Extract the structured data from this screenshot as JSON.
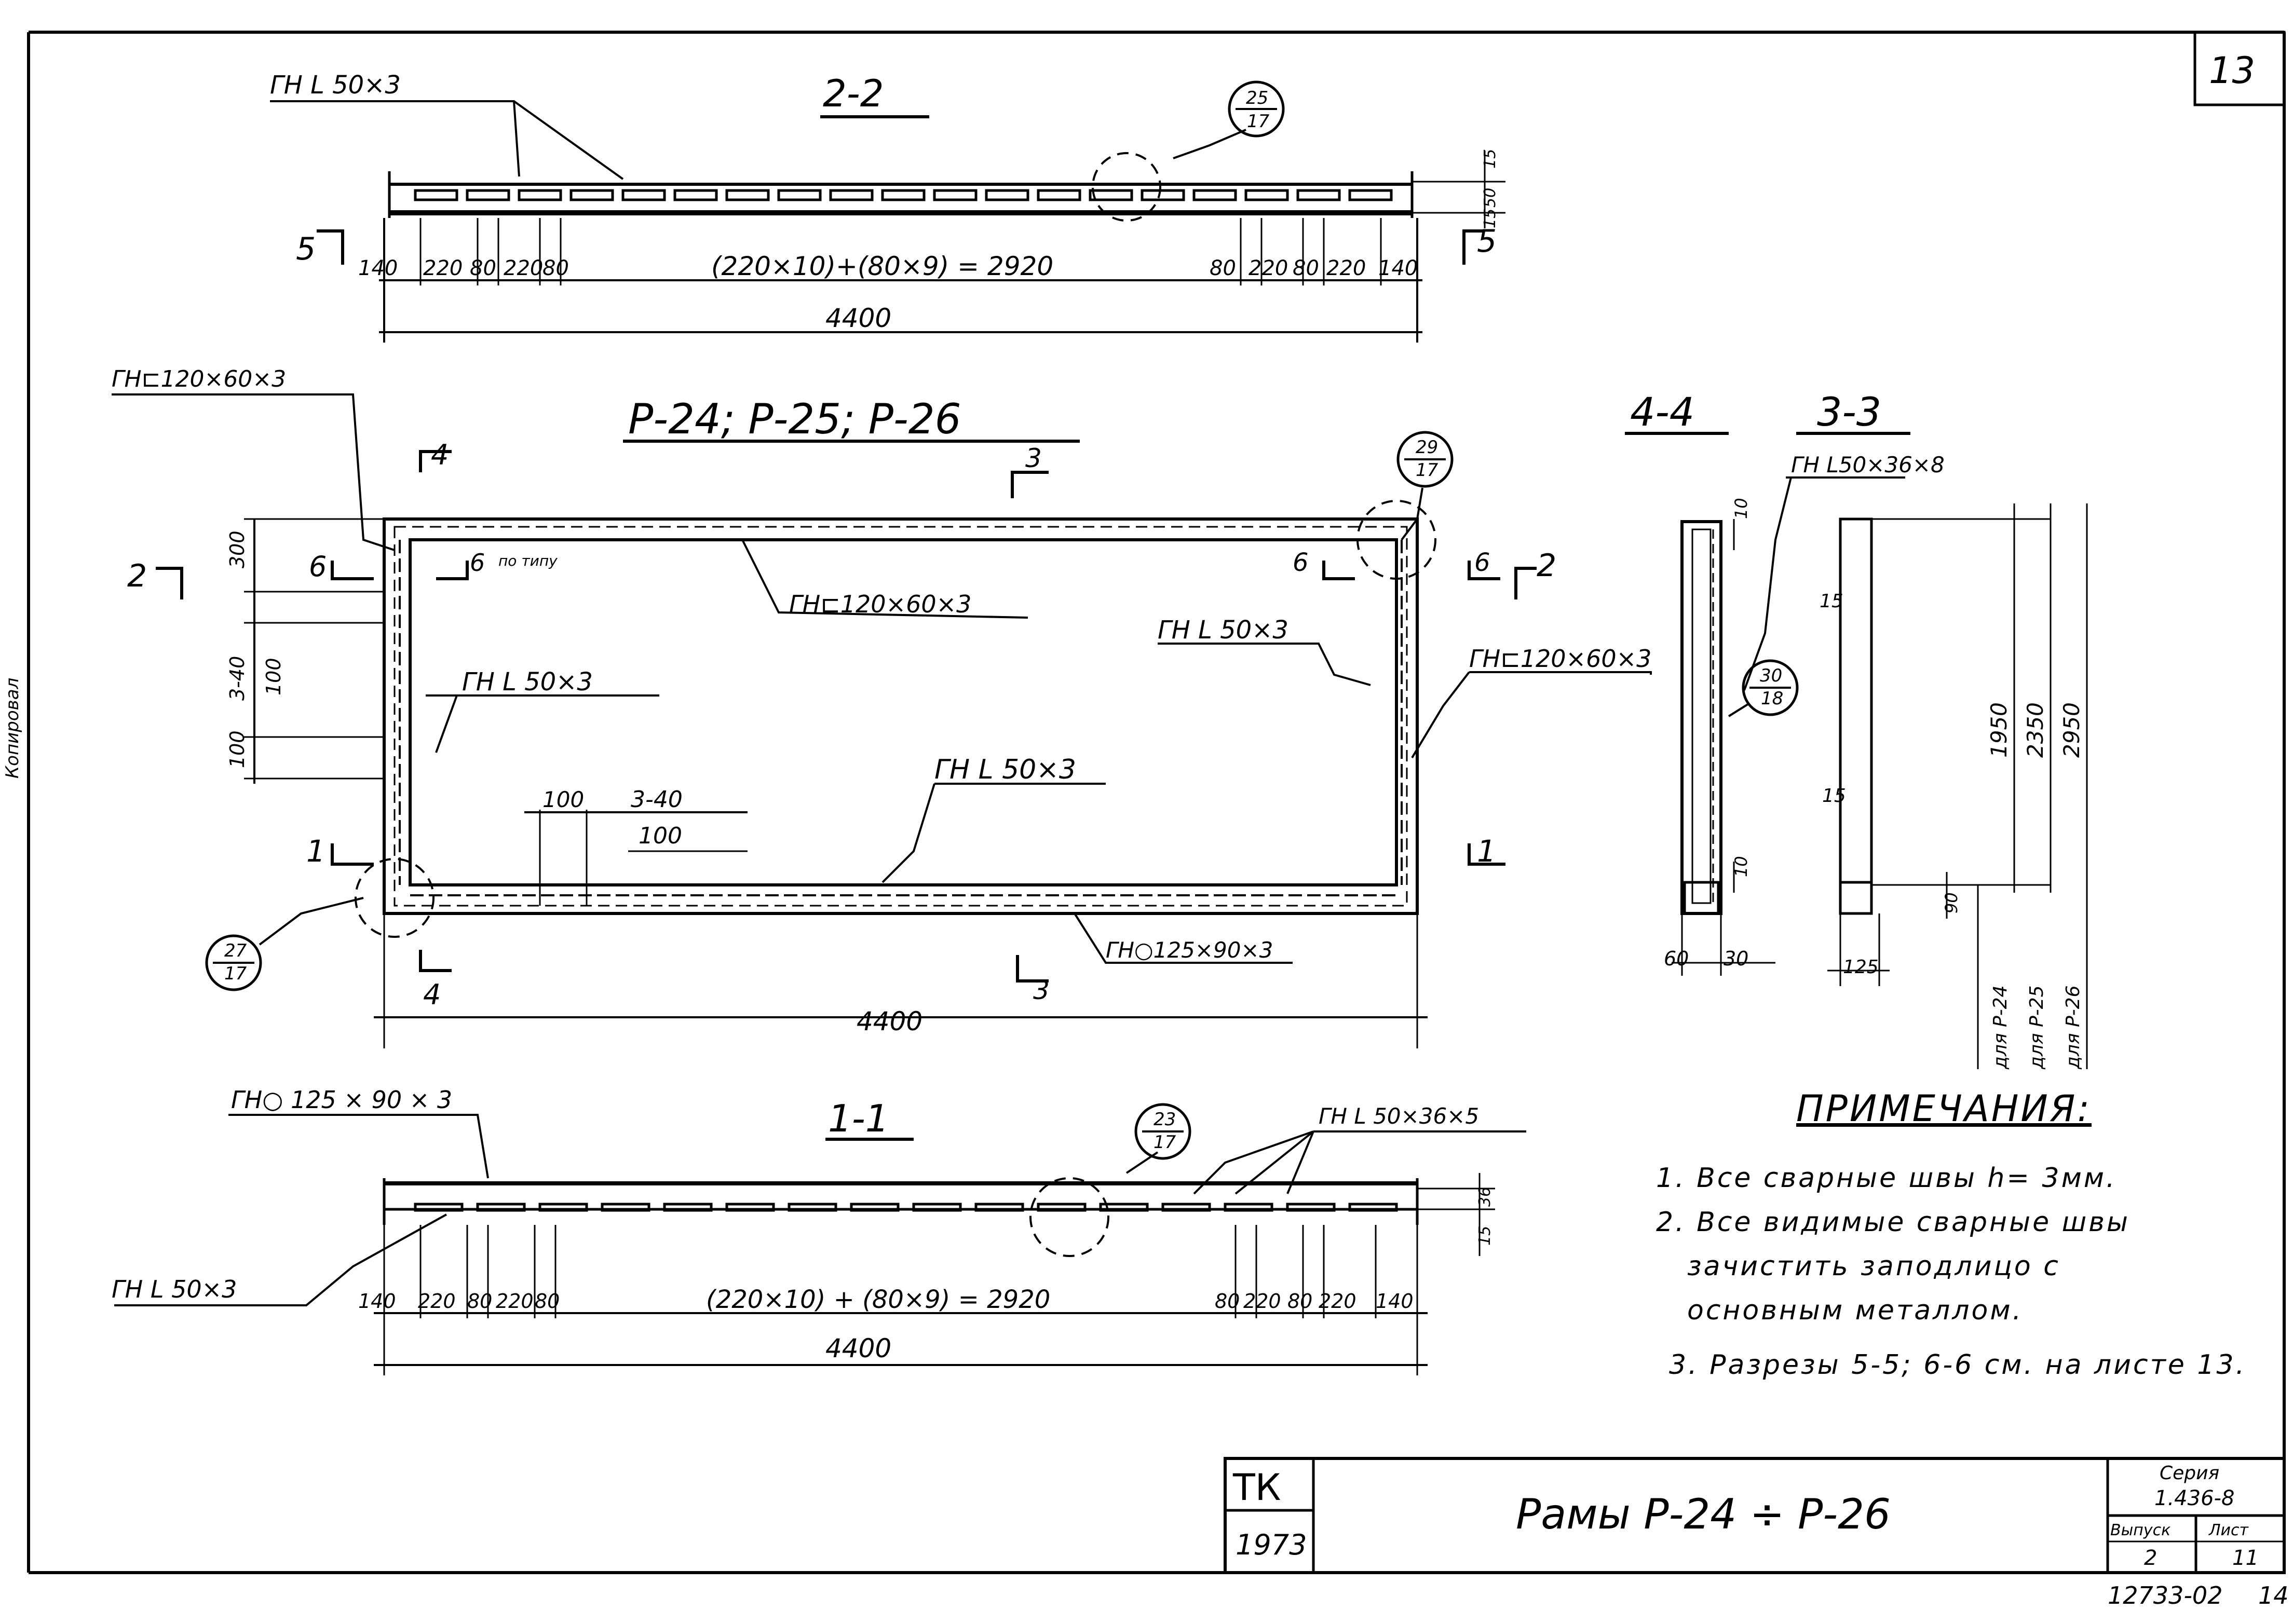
{
  "sheet": {
    "page_number": "13",
    "bottom_code": "12733-02",
    "bottom_page": "14",
    "left_margin_note": "Копировал"
  },
  "views": {
    "main_title": "Р-24; Р-25; Р-26",
    "section_2_2": {
      "title": "2-2",
      "profile": "ГН L 50×3",
      "node": {
        "num": "25",
        "den": "17"
      },
      "dim_chain": [
        "140",
        "220",
        "80",
        "220",
        "80",
        "(220×10)+(80×9) = 2920",
        "80",
        "220",
        "80",
        "220",
        "140"
      ],
      "overall": "4400",
      "height_dims": [
        "15",
        "50",
        "15"
      ],
      "cut_marks": [
        "5",
        "5"
      ]
    },
    "plan": {
      "top_profile": "ГН⊏120×60×3",
      "top_profile_inner": "ГН⊏120×60×3",
      "left_profile": "ГН⊏120×60×3",
      "left_angle": "ГН L 50×3",
      "right_angle": "ГН L 50×3",
      "right_profile": "ГН⊏120×60×3",
      "bottom_angle": "ГН L 50×3",
      "bottom_profile": "ГН○125×90×3",
      "weld_left": "3-40",
      "weld_left_pitch": "100",
      "dim_left": [
        "300",
        "100",
        "100"
      ],
      "weld_bottom_size": "100",
      "weld_bottom": "3-40",
      "weld_bottom_pitch": "100",
      "overall": "4400",
      "note_6": "по типу",
      "nodes": [
        {
          "num": "29",
          "den": "17"
        },
        {
          "num": "27",
          "den": "17"
        },
        {
          "num": "30",
          "den": "18"
        }
      ],
      "cut_labels": [
        "4",
        "4",
        "3",
        "3",
        "2",
        "2",
        "6",
        "6",
        "6",
        "6",
        "1",
        "1"
      ]
    },
    "section_1_1": {
      "title": "1-1",
      "profile_top": "ГН○ 125 × 90 × 3",
      "profile_right": "ГН L 50×36×5",
      "profile_left": "ГН L 50×3",
      "node": {
        "num": "23",
        "den": "17"
      },
      "dim_chain": [
        "140",
        "220",
        "80",
        "220",
        "80",
        "(220×10) + (80×9) = 2920",
        "80",
        "220",
        "80",
        "220",
        "140"
      ],
      "overall": "4400",
      "height_dims": [
        "36",
        "15"
      ]
    },
    "section_4_4": {
      "title": "4-4",
      "dims": [
        "10",
        "10",
        "60",
        "30"
      ]
    },
    "section_3_3": {
      "title": "3-3",
      "profile": "ГН L50×36×8",
      "dims": [
        "15",
        "15",
        "90",
        "125"
      ],
      "heights": [
        {
          "value": "1950",
          "label": "для Р-24"
        },
        {
          "value": "2350",
          "label": "для Р-25"
        },
        {
          "value": "2950",
          "label": "для Р-26"
        }
      ]
    }
  },
  "notes": {
    "heading": "ПРИМЕЧАНИЯ:",
    "items": [
      "1. Все сварные швы h= 3мм.",
      "2. Все видимые сварные швы",
      "зачистить заподлицо с",
      "основным металлом.",
      "3. Разрезы 5-5; 6-6 см. на листе 13."
    ]
  },
  "title_block": {
    "org": "ТК",
    "year": "1973",
    "title": "Рамы Р-24 ÷ Р-26",
    "series_label": "Серия",
    "series": "1.436-8",
    "issue_label": "Выпуск",
    "issue": "2",
    "sheet_label": "Лист",
    "sheet": "11"
  }
}
